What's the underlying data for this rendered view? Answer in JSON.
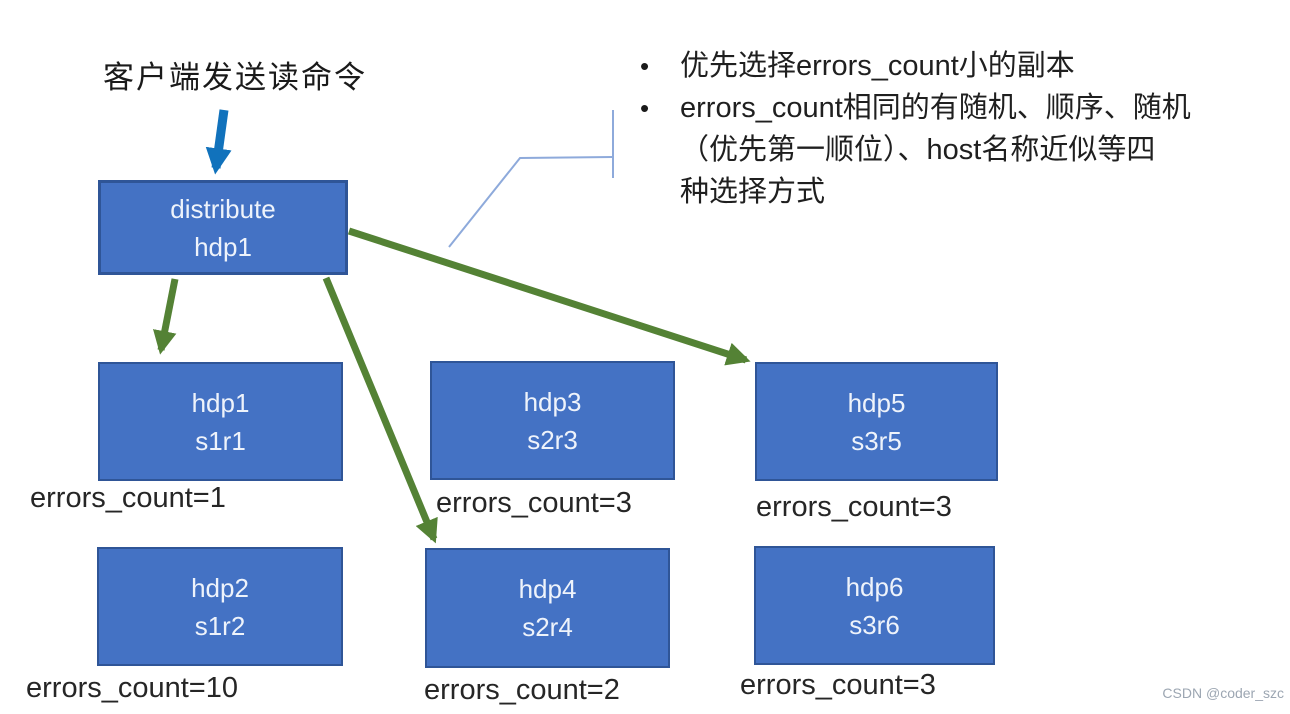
{
  "title": "客户端发送读命令",
  "notes": {
    "bullets": [
      {
        "lines": [
          "优先选择errors_count小的副本"
        ]
      },
      {
        "lines": [
          "errors_count相同的有随机、顺序、随机",
          "（优先第一顺位）、host名称近似等四",
          "种选择方式"
        ]
      }
    ]
  },
  "distributor": {
    "lines": [
      "distribute",
      "hdp1"
    ]
  },
  "nodes": [
    {
      "id": "hdp1",
      "lines": [
        "hdp1",
        "s1r1"
      ],
      "label": "errors_count=1"
    },
    {
      "id": "hdp3",
      "lines": [
        "hdp3",
        "s2r3"
      ],
      "label": "errors_count=3"
    },
    {
      "id": "hdp5",
      "lines": [
        "hdp5",
        "s3r5"
      ],
      "label": "errors_count=3"
    },
    {
      "id": "hdp2",
      "lines": [
        "hdp2",
        "s1r2"
      ],
      "label": "errors_count=10"
    },
    {
      "id": "hdp4",
      "lines": [
        "hdp4",
        "s2r4"
      ],
      "label": "errors_count=2"
    },
    {
      "id": "hdp6",
      "lines": [
        "hdp6",
        "s3r6"
      ],
      "label": "errors_count=3"
    }
  ],
  "watermark": "CSDN @coder_szc",
  "colors": {
    "box_fill": "#4472C4",
    "box_border": "#2F5597",
    "box_text": "#EEF3FB",
    "arrow_green": "#548235",
    "arrow_blue": "#1172BC",
    "callout_line": "#8EAADB",
    "label_text": "#262626",
    "watermark_text": "#9CA6B2"
  }
}
